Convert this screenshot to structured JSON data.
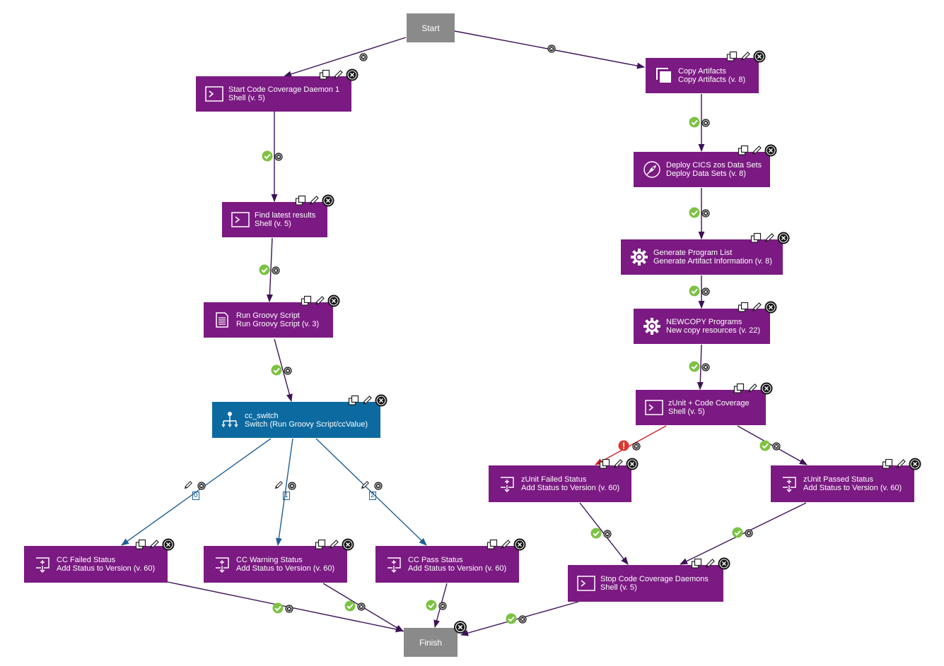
{
  "nodes": {
    "start": {
      "label": "Start"
    },
    "finish": {
      "label": "Finish"
    },
    "start_cc": {
      "title": "Start Code Coverage Daemon 1",
      "subtitle": "Shell (v. 5)",
      "icon": "terminal-icon"
    },
    "find_latest": {
      "title": "Find latest results",
      "subtitle": "Shell (v. 5)",
      "icon": "terminal-icon"
    },
    "run_groovy": {
      "title": "Run Groovy Script",
      "subtitle": "Run Groovy Script (v. 3)",
      "icon": "document-icon"
    },
    "cc_switch": {
      "title": "cc_switch",
      "subtitle": "Switch (Run Groovy Script/ccValue)",
      "icon": "switch-icon"
    },
    "cc_failed": {
      "title": "CC Failed Status",
      "subtitle": "Add Status to Version (v. 60)",
      "icon": "add-status-icon"
    },
    "cc_warning": {
      "title": "CC Warning Status",
      "subtitle": "Add Status to Version (v. 60)",
      "icon": "add-status-icon"
    },
    "cc_pass": {
      "title": "CC Pass Status",
      "subtitle": "Add Status to Version (v. 60)",
      "icon": "add-status-icon"
    },
    "copy_artifacts": {
      "title": "Copy Artifacts",
      "subtitle": "Copy Artifacts (v. 8)",
      "icon": "copy-icon"
    },
    "deploy_cics": {
      "title": "Deploy CICS zos Data Sets",
      "subtitle": "Deploy Data Sets (v. 8)",
      "icon": "rocket-icon"
    },
    "gen_program": {
      "title": "Generate Program List",
      "subtitle": "Generate Artifact Information (v. 8)",
      "icon": "gear-icon"
    },
    "newcopy": {
      "title": "NEWCOPY Programs",
      "subtitle": "New copy resources (v. 22)",
      "icon": "gear-icon"
    },
    "zunit_cc": {
      "title": "zUnit + Code Coverage",
      "subtitle": "Shell (v. 5)",
      "icon": "terminal-icon"
    },
    "zunit_failed": {
      "title": "zUnit Failed Status",
      "subtitle": "Add Status to Version (v. 60)",
      "icon": "add-status-icon"
    },
    "zunit_passed": {
      "title": "zUnit Passed Status",
      "subtitle": "Add Status to Version (v. 60)",
      "icon": "add-status-icon"
    },
    "stop_cc": {
      "title": "Stop Code Coverage Daemons",
      "subtitle": "Shell (v. 5)",
      "icon": "terminal-icon"
    }
  },
  "switch_case_labels": [
    "0",
    "1",
    "2"
  ],
  "colors": {
    "step": "#7b1a82",
    "switch": "#0d6aa0",
    "endpoint": "#8a8a8a",
    "edge": "#3d1257",
    "switch_edge": "#1f5f94",
    "failure_edge": "#d0202a",
    "success_badge": "#7cc242",
    "failure_badge": "#e0352b"
  }
}
